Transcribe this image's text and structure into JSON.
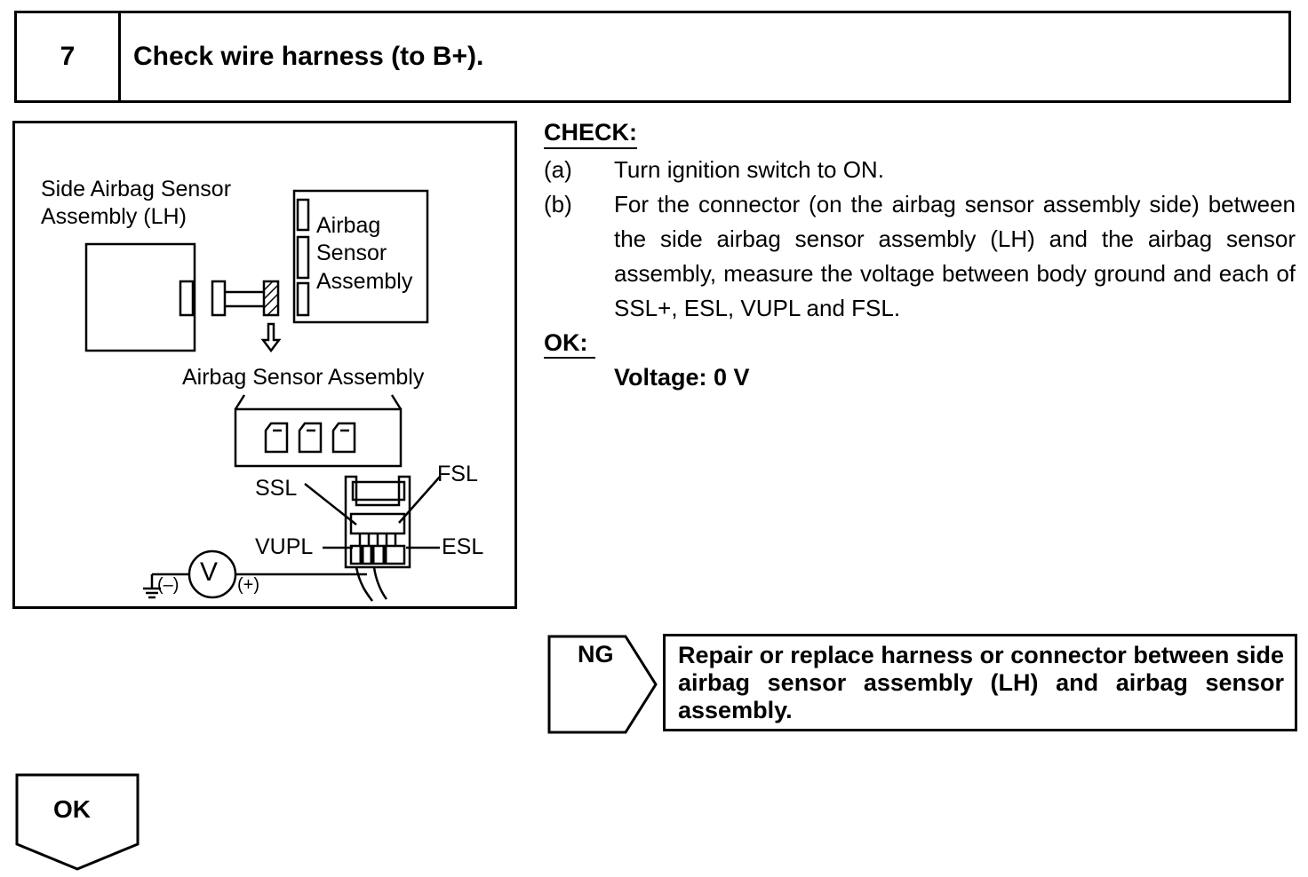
{
  "header": {
    "step_number": "7",
    "title": "Check wire harness (to B+)."
  },
  "diagram": {
    "side_sensor_label_line1": "Side Airbag Sensor",
    "side_sensor_label_line2": "Assembly (LH)",
    "airbag_sensor_label_line1": "Airbag",
    "airbag_sensor_label_line2": "Sensor",
    "airbag_sensor_label_line3": "Assembly",
    "connector_caption": "Airbag Sensor Assembly",
    "terminal_ssl": "SSL",
    "terminal_fsl": "FSL",
    "terminal_vupl": "VUPL",
    "terminal_esl": "ESL",
    "meter_minus": "(–)",
    "meter_symbol": "V",
    "meter_plus": "(+)"
  },
  "check": {
    "heading": "CHECK:",
    "steps": [
      {
        "letter": "(a)",
        "text": "Turn ignition switch to ON."
      },
      {
        "letter": "(b)",
        "text": "For the connector (on the airbag sensor assembly side) between the side airbag sensor assembly (LH) and the airbag sensor assembly, measure the voltage between body ground and each of SSL+, ESL, VUPL and FSL."
      }
    ]
  },
  "ok_section": {
    "heading": "OK:",
    "spec": "Voltage: 0 V"
  },
  "ng": {
    "label": "NG",
    "action": "Repair or replace harness or connector between side airbag sensor assembly (LH) and airbag sensor assembly."
  },
  "ok_flow": {
    "label": "OK"
  }
}
